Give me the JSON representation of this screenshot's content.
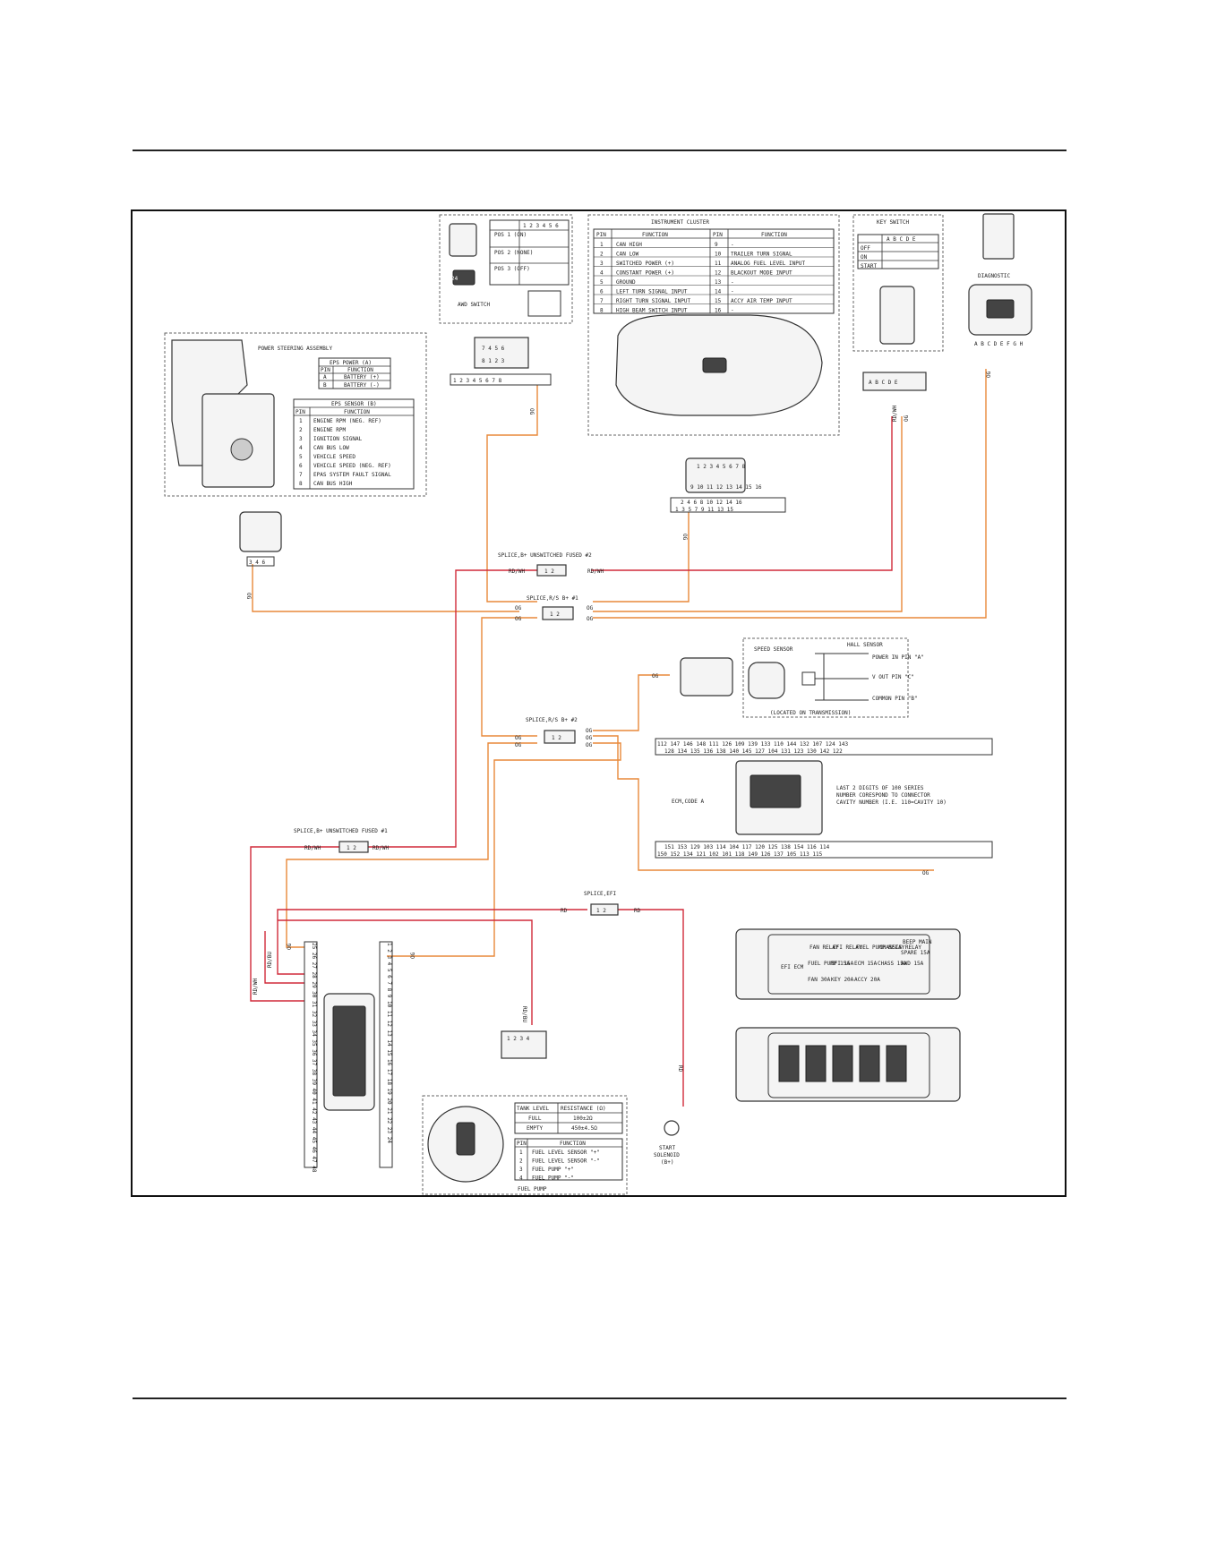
{
  "colors": {
    "og_wire": "#e8893a",
    "rd_wire": "#d12a3a",
    "ink": "#222222"
  },
  "awd": {
    "pos1": "POS 1 (ON)",
    "pos2": "POS 2 (NONE)",
    "pos3": "POS 3 (OFF)",
    "cols": "1 2 3 4 5 6",
    "label": "AWD SWITCH",
    "conn_top": "7 4 5 6",
    "conn_bot": "8 1 2 3",
    "strip": "1 2 3 4 5 6 7 8",
    "wire": "OG"
  },
  "cluster": {
    "title": "INSTRUMENT CLUSTER",
    "hdr": [
      "PIN",
      "FUNCTION",
      "PIN",
      "FUNCTION"
    ],
    "rows": [
      [
        "1",
        "CAN HIGH",
        "9",
        "-"
      ],
      [
        "2",
        "CAN LOW",
        "10",
        "TRAILER TURN SIGNAL"
      ],
      [
        "3",
        "SWITCHED POWER (+)",
        "11",
        "ANALOG FUEL LEVEL INPUT"
      ],
      [
        "4",
        "CONSTANT POWER (+)",
        "12",
        "BLACKOUT MODE INPUT"
      ],
      [
        "5",
        "GROUND",
        "13",
        "-"
      ],
      [
        "6",
        "LEFT TURN SIGNAL INPUT",
        "14",
        "-"
      ],
      [
        "7",
        "RIGHT TURN SIGNAL INPUT",
        "15",
        "ACCY AIR TEMP INPUT"
      ],
      [
        "8",
        "HIGH BEAM SWITCH INPUT",
        "16",
        "-"
      ]
    ],
    "conn_top": "1 2 3 4 5 6 7 8",
    "conn_bot": "9 10 11 12 13 14 15 16",
    "strip_top": "2 4 6 8 10 12 14 16",
    "strip_bot": "1 3 5 7 9 11 13 15",
    "wire": "OG"
  },
  "key": {
    "title": "KEY SWITCH",
    "cols": "A B C D E",
    "off": "OFF",
    "on": "ON",
    "start": "START",
    "conn": "A B C D E",
    "wire_a": "RD/WH",
    "wire_b": "OG"
  },
  "diag": {
    "title": "DIAGNOSTIC",
    "pins": "A B C D E F G H",
    "wire": "OG"
  },
  "eps": {
    "title": "POWER STEERING ASSEMBLY",
    "pwr_title": "EPS POWER (A)",
    "pwr_hdr": [
      "PIN",
      "FUNCTION"
    ],
    "pwr_rows": [
      [
        "A",
        "BATTERY (+)"
      ],
      [
        "B",
        "BATTERY (-)"
      ]
    ],
    "sens_title": "EPS SENSOR (B)",
    "sens_hdr": [
      "PIN",
      "FUNCTION"
    ],
    "sens_rows": [
      [
        "1",
        "ENGINE RPM (NEG. REF)"
      ],
      [
        "2",
        "ENGINE RPM"
      ],
      [
        "3",
        "IGNITION SIGNAL"
      ],
      [
        "4",
        "CAN BUS LOW"
      ],
      [
        "5",
        "VEHICLE SPEED"
      ],
      [
        "6",
        "VEHICLE SPEED (NEG. REF)"
      ],
      [
        "7",
        "EPAS SYSTEM FAULT SIGNAL"
      ],
      [
        "8",
        "CAN BUS HIGH"
      ]
    ],
    "strip": "3 4 6",
    "wire": "OG"
  },
  "splices": {
    "b_fused2": {
      "label": "SPLICE,B+ UNSWITCHED FUSED #2",
      "left": "RD/WH",
      "right": "RD/WH"
    },
    "rs1": {
      "label": "SPLICE,R/S B+ #1",
      "wire": "OG"
    },
    "rs2": {
      "label": "SPLICE,R/S B+ #2",
      "wire": "OG"
    },
    "b_fused1": {
      "label": "SPLICE,B+ UNSWITCHED FUSED #1",
      "left": "RD/WH",
      "right": "RD/WH"
    },
    "efi": {
      "label": "SPLICE,EFI",
      "left": "RD",
      "right": "RD"
    },
    "pins": "1 2"
  },
  "speed": {
    "title": "SPEED SENSOR",
    "hall": "HALL SENSOR",
    "power": "POWER IN PIN \"A\"",
    "vout": "V OUT PIN \"C\"",
    "common": "COMMON PIN \"B\"",
    "loc": "(LOCATED ON TRANSMISSION)",
    "wire": "OG"
  },
  "ecm": {
    "label": "ECM,CODE A",
    "note1": "LAST 2 DIGITS OF 100 SERIES",
    "note2": "NUMBER CORESPOND TO CONNECTOR",
    "note3": "CAVITY NUMBER (I.E. 110=CAVITY 10)",
    "top1": "112 147 146 148 111 126 109 139 133 110 144 132 107 124 143",
    "top2": "128 134 135 136 138 140 145 127 104 131 123 130 142 122",
    "bot1": "151 153 129 103 114 104 117 120 125 138 154 116 114",
    "bot2": "150 152 134 121 102 101 118 149 126 137 105 113 115",
    "wire": "OG"
  },
  "left_conn": {
    "pins_a": "25 26 27 28 29 30 31 32 33 34 35 36 37 38 39 40 41 42 43 44 45 46 47 48",
    "pins_b": "1 2 3 4 5 6 7 8 9 10 11 12 13 14 15 16 17 18 19 20 21 22 23 24",
    "w1": "RD/WH",
    "w2": "RD/BU",
    "w3": "OG",
    "w4": "OG"
  },
  "fuel": {
    "tank_hdr": [
      "TANK LEVEL",
      "RESISTANCE (Ω)"
    ],
    "tank_rows": [
      [
        "FULL",
        "100±2Ω"
      ],
      [
        "EMPTY",
        "450±4.5Ω"
      ]
    ],
    "pin_hdr": [
      "PIN",
      "FUNCTION"
    ],
    "pin_rows": [
      [
        "1",
        "FUEL LEVEL SENSOR \"+\""
      ],
      [
        "2",
        "FUEL LEVEL SENSOR \"-\""
      ],
      [
        "3",
        "FUEL PUMP \"+\""
      ],
      [
        "4",
        "FUEL PUMP \"-\""
      ]
    ],
    "label": "FUEL PUMP",
    "conn": "1 2 3 4",
    "wire": "RD/BU"
  },
  "starter": {
    "label1": "START",
    "label2": "SOLENOID",
    "label3": "(B+)",
    "wire": "RD"
  },
  "fusebox": {
    "f1": "FAN RELAY",
    "f2": "EFI RELAY",
    "f3": "FUEL PUMP RELAY",
    "f4": "CHASSIS RELAY",
    "f5": "BEEP MAIN",
    "f6": "EFI ECM",
    "f7": "FUEL PUMP 15A",
    "f8": "EFI 15A",
    "f9": "ECM 15A",
    "f10": "CHASS 15A",
    "f11": "AWD 15A",
    "f12": "SPARE 15A",
    "f13": "FAN 30A",
    "f14": "KEY 20A",
    "f15": "ACCY 20A"
  }
}
